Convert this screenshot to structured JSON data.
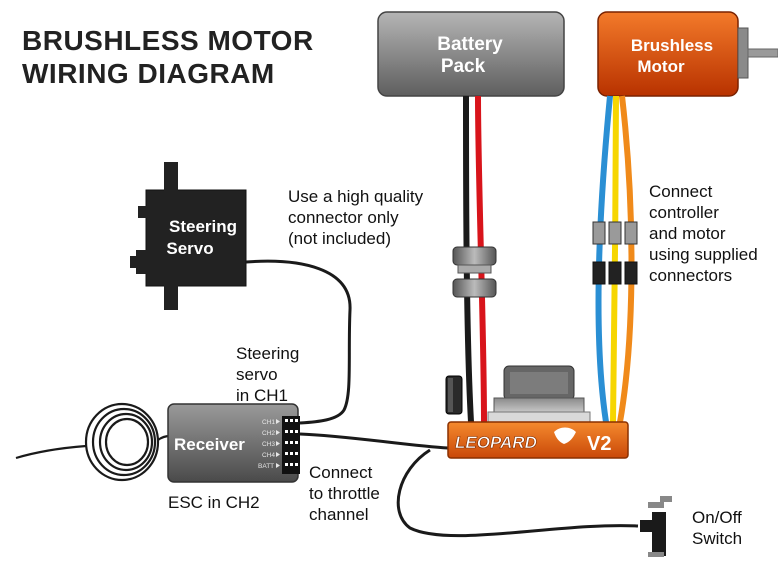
{
  "title": {
    "line1": "BRUSHLESS MOTOR",
    "line2": "WIRING DIAGRAM"
  },
  "battery": {
    "line1": "Battery",
    "line2": "Pack"
  },
  "motor": {
    "line1": "Brushless",
    "line2": "Motor"
  },
  "servo": {
    "line1": "Steering",
    "line2": "Servo"
  },
  "receiver": {
    "label": "Receiver",
    "channels": [
      "CH1",
      "CH2",
      "CH3",
      "CH4",
      "BATT"
    ]
  },
  "esc": {
    "brand": "LEOPARD",
    "version": "V2"
  },
  "notes": {
    "connector": [
      "Use a high quality",
      "connector only",
      "(not included)"
    ],
    "motor_connect": [
      "Connect",
      "controller",
      "and motor",
      "using supplied",
      "connectors"
    ],
    "steering_ch1": [
      "Steering",
      "servo",
      "in CH1"
    ],
    "esc_ch2": "ESC in CH2",
    "throttle": [
      "Connect",
      "to throttle",
      "channel"
    ],
    "switch": [
      "On/Off",
      "Switch"
    ]
  },
  "colors": {
    "battery_top": "#b5b5b5",
    "battery_bottom": "#5e5e5e",
    "motor_top": "#f37a2a",
    "motor_bottom": "#b83200",
    "esc_orange": "#e8610f",
    "wire_red": "#d8141b",
    "wire_black": "#1a1a1a",
    "wire_blue": "#2a8fd4",
    "wire_yellow": "#f6d600",
    "wire_orange": "#f08a1a"
  }
}
